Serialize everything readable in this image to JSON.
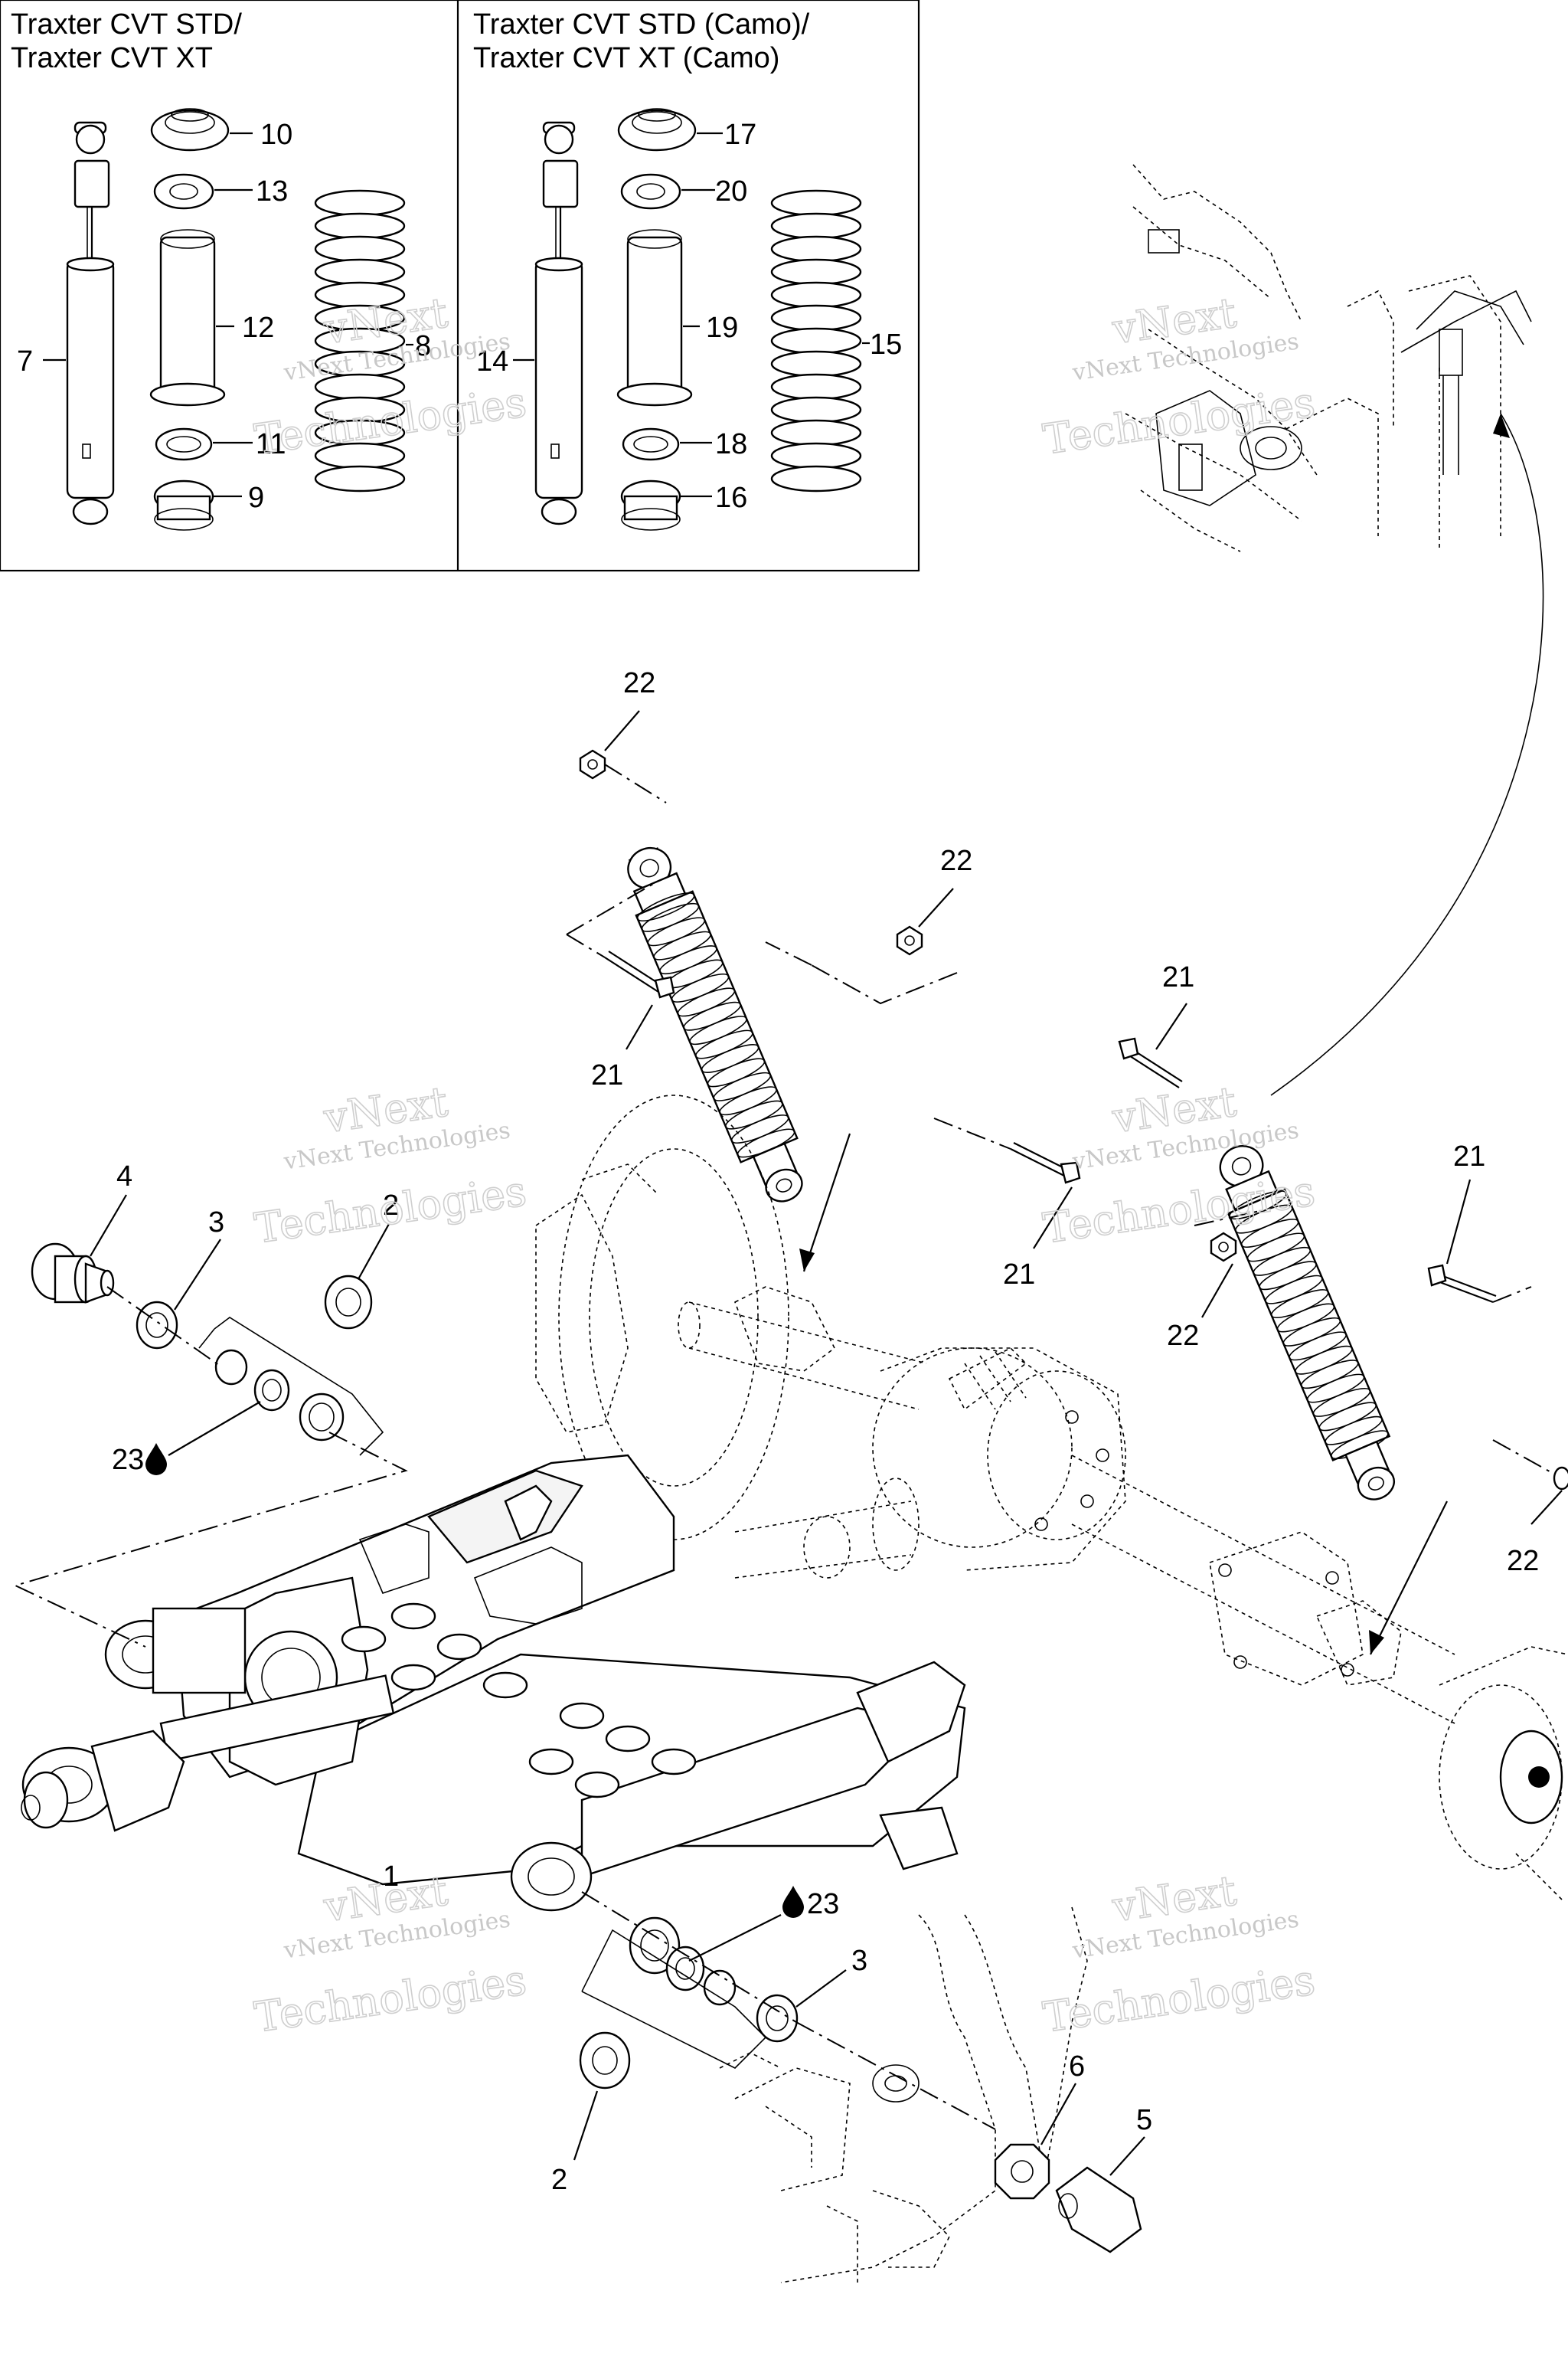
{
  "inset_left": {
    "title_line1": "Traxter CVT STD/",
    "title_line2": "Traxter CVT XT",
    "callouts": [
      "10",
      "13",
      "12",
      "8",
      "7",
      "11",
      "9"
    ]
  },
  "inset_right": {
    "title_line1": "Traxter CVT STD (Camo)/",
    "title_line2": "Traxter CVT XT (Camo)",
    "callouts": [
      "17",
      "20",
      "19",
      "15",
      "14",
      "18",
      "16"
    ]
  },
  "callouts": {
    "c22a": "22",
    "c22b": "22",
    "c21a": "21",
    "c21b": "21",
    "c21c": "21",
    "c21d": "21",
    "c22c": "22",
    "c22d": "22",
    "c4": "4",
    "c3a": "3",
    "c2a": "2",
    "c23a": "23",
    "c1": "1",
    "c23b": "23",
    "c3b": "3",
    "c2b": "2",
    "c6": "6",
    "c5": "5"
  },
  "watermark": {
    "brand_line1": "vNext",
    "brand_line2": "Technologies",
    "small_text": "vNext Technologies"
  },
  "icons": {
    "lubricant": "oil-drop-icon"
  }
}
